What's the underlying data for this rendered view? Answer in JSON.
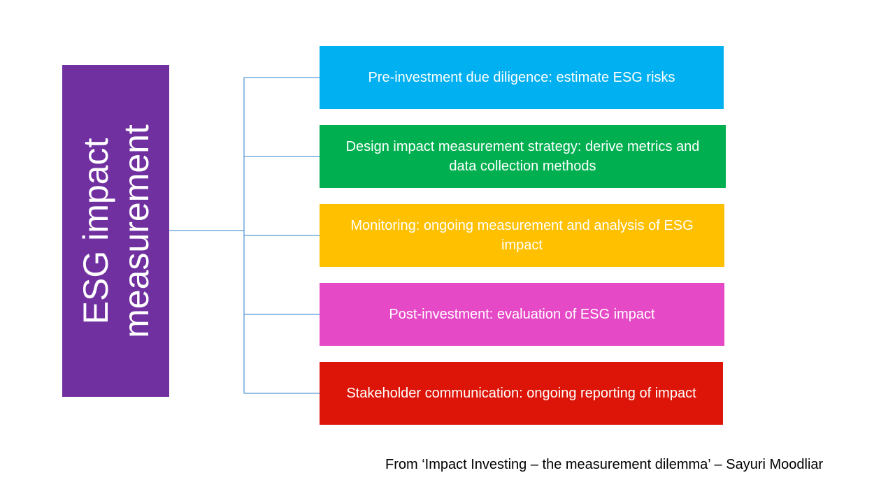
{
  "root": {
    "label": "ESG impact measurement",
    "color": "#7030a0"
  },
  "steps": [
    {
      "label": "Pre-investment due diligence: estimate ESG risks",
      "color": "#00b0f0"
    },
    {
      "label": "Design impact measurement strategy: derive metrics and data collection methods",
      "color": "#00b050"
    },
    {
      "label": "Monitoring: ongoing measurement and analysis of ESG impact",
      "color": "#ffc000"
    },
    {
      "label": "Post-investment: evaluation of ESG impact",
      "color": "#e649c6"
    },
    {
      "label": "Stakeholder communication: ongoing reporting of impact",
      "color": "#dd1508"
    }
  ],
  "connector_color": "#5b9bd5",
  "source": "From ‘Impact Investing – the measurement dilemma’ – Sayuri Moodliar"
}
